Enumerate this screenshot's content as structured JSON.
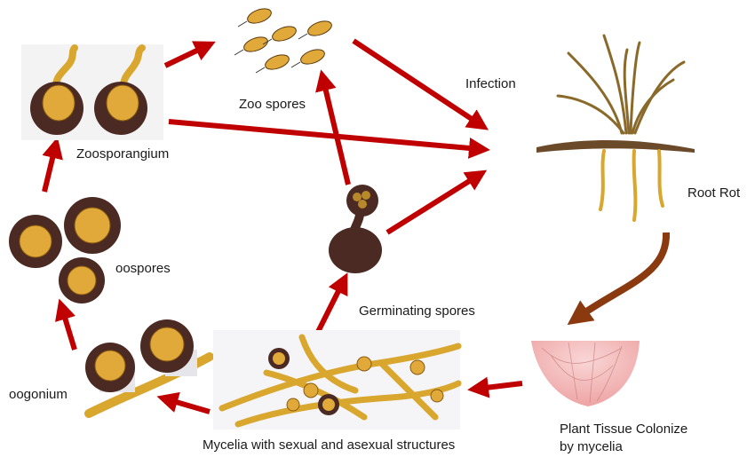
{
  "labels": {
    "zoospores": "Zoo spores",
    "infection": "Infection",
    "zoosporangium": "Zoosporangium",
    "root_rot": "Root Rot",
    "oospores": "oospores",
    "germinating_spores": "Germinating spores",
    "oogonium": "oogonium",
    "mycelia": "Mycelia with sexual and asexual structures",
    "plant_tissue_line1": "Plant Tissue Colonize",
    "plant_tissue_line2": "by mycelia"
  },
  "colors": {
    "arrow": "#c00000",
    "brown_arrow": "#8b3a0f",
    "hypha": "#d9a62e",
    "hypha_edge": "#8a5a10",
    "spore_wall": "#4a2a22",
    "spore_inner": "#e0a93a",
    "root_tissue": "#f2b8b8"
  }
}
